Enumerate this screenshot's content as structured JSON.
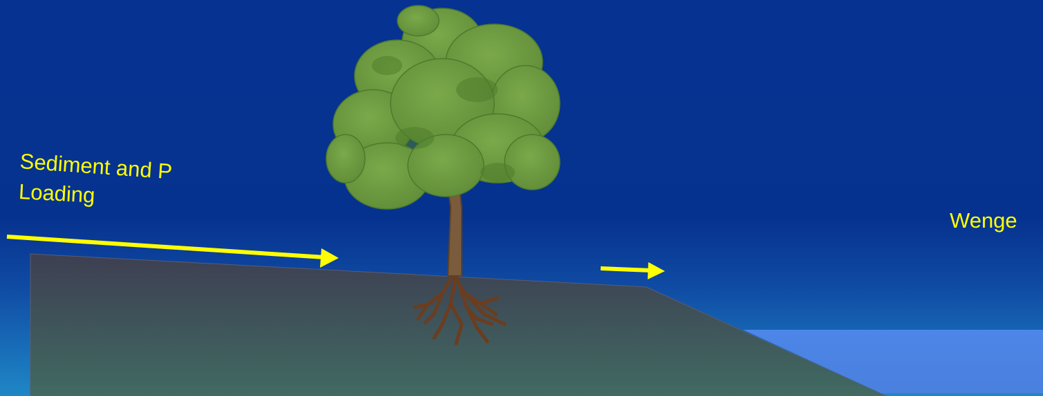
{
  "labels": {
    "inflow_line1": "Sediment and P",
    "inflow_line2": "Loading",
    "right_label": "Wenge"
  },
  "colors": {
    "sky_top": "#063292",
    "sky_bottom": "#1f87c6",
    "land_top": "#3d3f52",
    "land_bottom": "#416a62",
    "water": "#4a86e6",
    "arrow": "#ffff00",
    "foliage": "#6e9b40",
    "trunk": "#7a5c3c",
    "roots": "#6b3d1f"
  },
  "icons": {
    "tree": "tree-icon",
    "roots": "roots-icon"
  }
}
